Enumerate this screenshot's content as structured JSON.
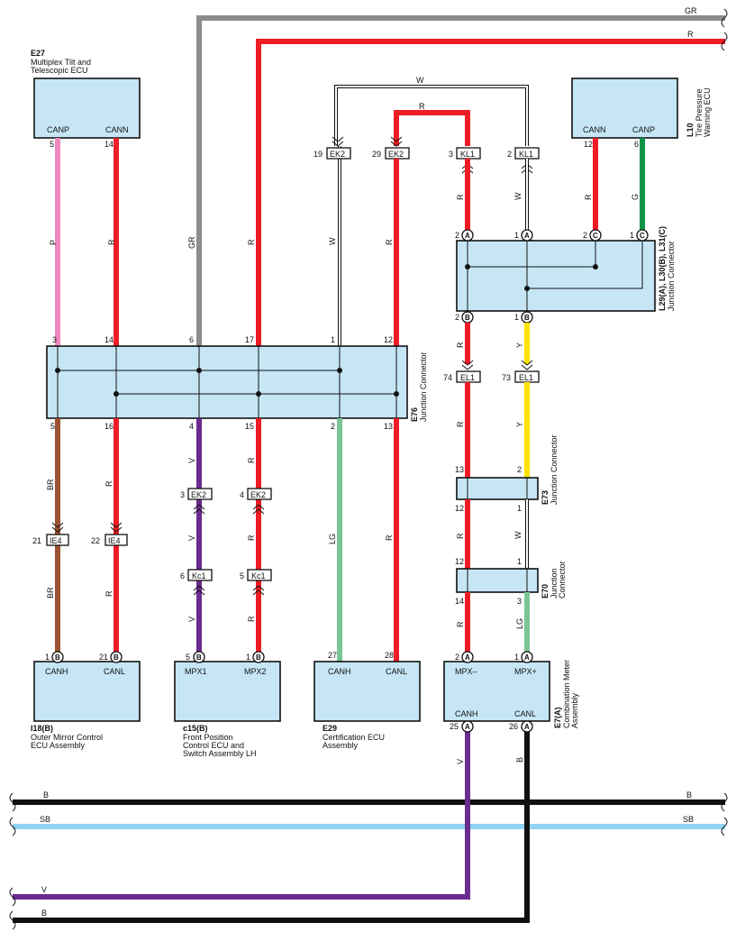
{
  "colors": {
    "R": "#ee1c25",
    "GR": "#8c8c8c",
    "P": "#ef88c1",
    "BR": "#9b5230",
    "V": "#6b2b8f",
    "LG": "#79c594",
    "W": "#ffffff",
    "G": "#0b9447",
    "Y": "#fde300",
    "B": "#111111",
    "SB": "#8fd2f2",
    "ecu_fill": "#c6e6f6"
  },
  "bus": {
    "GR": "GR",
    "R": "R",
    "B_top_left": "B",
    "B_top_right": "B",
    "SB_left": "SB",
    "SB_right": "SB",
    "V_low": "V",
    "B_low": "B"
  },
  "components": {
    "e27": {
      "code": "E27",
      "name": [
        "Multiplex Tilt and",
        "Telescopic ECU"
      ],
      "pins": [
        "CANP",
        "CANN"
      ],
      "pin_nums": [
        "5",
        "14"
      ]
    },
    "l10": {
      "code": "L10",
      "name": [
        "Tire Pressure",
        "Warning ECU"
      ],
      "pins": [
        "CANN",
        "CANP"
      ],
      "pin_nums": [
        "12",
        "6"
      ]
    },
    "e76": {
      "code": "E76",
      "name": "Junction Connector",
      "top_pins": [
        "3",
        "14",
        "6",
        "17",
        "1",
        "12"
      ],
      "bottom_pins": [
        "5",
        "16",
        "4",
        "15",
        "2",
        "13"
      ]
    },
    "l29": {
      "code": "L29(A), L30(B), L31(C)",
      "name": "Junction Connector",
      "top": [
        [
          "2",
          "A"
        ],
        [
          "1",
          "A"
        ],
        [
          "2",
          "C"
        ],
        [
          "1",
          "C"
        ]
      ],
      "bottom": [
        [
          "2",
          "B"
        ],
        [
          "1",
          "B"
        ]
      ]
    },
    "e73": {
      "code": "E73",
      "name": "Junction Connector",
      "top": [
        "13",
        "2"
      ],
      "bottom": [
        "12",
        "1"
      ]
    },
    "e70": {
      "code": "E70",
      "name": [
        "Junction",
        "Connector"
      ],
      "top": [
        "12",
        "1"
      ],
      "bottom": [
        "14",
        "3"
      ]
    },
    "i18": {
      "code": "I18(B)",
      "name": [
        "Outer Mirror Control",
        "ECU Assembly"
      ],
      "pins": [
        "CANH",
        "CANL"
      ],
      "pin_nums": [
        "1",
        "21"
      ],
      "sub": "B"
    },
    "c15": {
      "code": "c15(B)",
      "name": [
        "Front Position",
        "Control ECU and",
        "Switch Assembly LH"
      ],
      "pins": [
        "MPX1",
        "MPX2"
      ],
      "pin_nums": [
        "5",
        "1"
      ],
      "sub": "B"
    },
    "e29": {
      "code": "E29",
      "name": [
        "Certification ECU",
        "Assembly"
      ],
      "pins": [
        "CANH",
        "CANL"
      ],
      "pin_nums": [
        "27",
        "28"
      ]
    },
    "e7": {
      "code": "E7(A)",
      "name": [
        "Combination Meter",
        "Assembly"
      ],
      "pins_top": [
        "MPX–",
        "MPX+"
      ],
      "pin_nums_top": [
        "2",
        "1"
      ],
      "sub_top": "A",
      "pins_bottom": [
        "CANH",
        "CANL"
      ],
      "pin_nums_bottom": [
        "25",
        "26"
      ],
      "sub_bottom": "A"
    }
  },
  "inline_connectors": {
    "ek2_19": {
      "id": "EK2",
      "pin": "19"
    },
    "ek2_29": {
      "id": "EK2",
      "pin": "29"
    },
    "kl1_3": {
      "id": "KL1",
      "pin": "3"
    },
    "kl1_2": {
      "id": "KL1",
      "pin": "2"
    },
    "el1_74": {
      "id": "EL1",
      "pin": "74"
    },
    "el1_73": {
      "id": "EL1",
      "pin": "73"
    },
    "ie4_21": {
      "id": "IE4",
      "pin": "21"
    },
    "ie4_22": {
      "id": "IE4",
      "pin": "22"
    },
    "ek2_3": {
      "id": "EK2",
      "pin": "3"
    },
    "ek2_4": {
      "id": "EK2",
      "pin": "4"
    },
    "kc1_6": {
      "id": "Kc1",
      "pin": "6"
    },
    "kc1_5": {
      "id": "Kc1",
      "pin": "5"
    }
  },
  "wire_labels": {
    "e27_p": "P",
    "e27_r": "R",
    "gr": "GR",
    "r17": "R",
    "w1": "W",
    "r12": "R",
    "w_top": "W",
    "r_top": "R",
    "kl1_r": "R",
    "kl1_w": "W",
    "l10_r": "R",
    "l10_g": "G",
    "l29_r": "R",
    "l29_y": "Y",
    "el1_r": "R",
    "el1_y": "Y",
    "e73_r": "R",
    "e73_w": "W",
    "e70_r": "R",
    "e70_lg": "LG",
    "br_up": "BR",
    "br_dn": "BR",
    "r16_up": "R",
    "r16_dn": "R",
    "v4_up": "V",
    "v4_mid": "V",
    "v4_dn": "V",
    "r15_up": "R",
    "r15_mid": "R",
    "r15_dn": "R",
    "lg2": "LG",
    "r13": "R",
    "e7_v": "V",
    "e7_b": "B"
  }
}
